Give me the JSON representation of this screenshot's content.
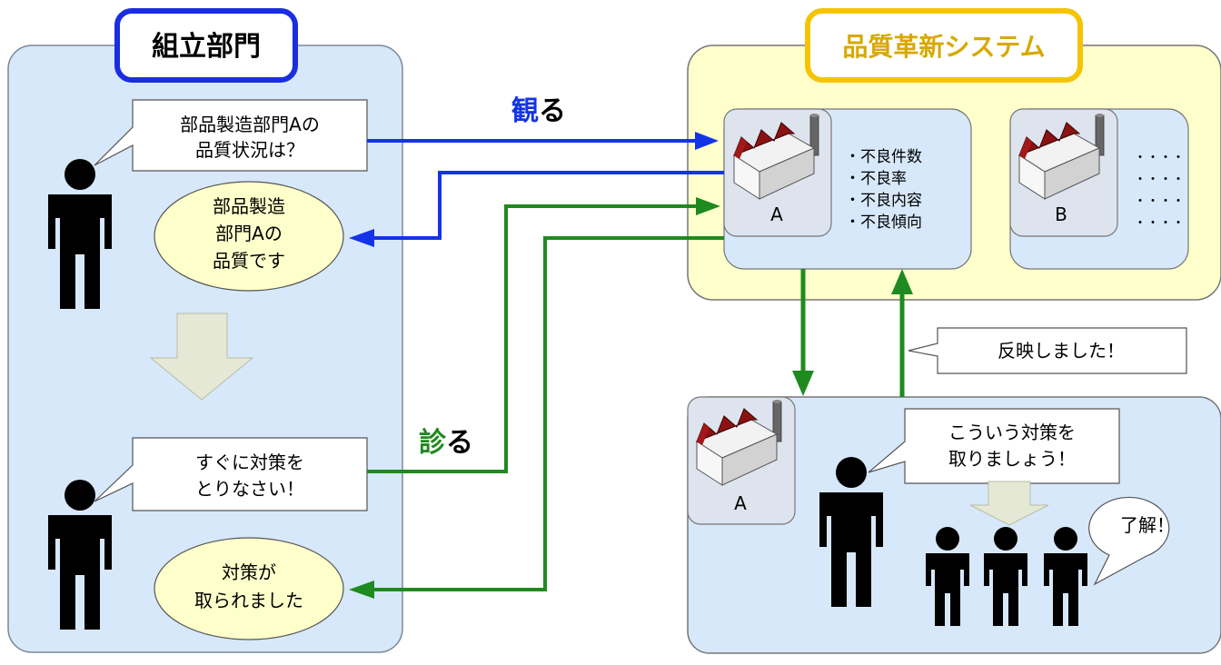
{
  "colors": {
    "panel_blue": "#d7e8fa",
    "panel_yellow": "#ffffcc",
    "title_blue_border": "#1a2ee0",
    "title_yellow_border": "#f5c400",
    "title_yellow_text": "#d8a800",
    "arrow_blue": "#1433e8",
    "arrow_green": "#1f8a1f",
    "ellipse_fill": "#ffffcc",
    "factory_roof": "#8b1212"
  },
  "left_panel": {
    "title": "組立部門",
    "bubble_top": [
      "部品製造部門Aの",
      "品質状況は？"
    ],
    "ellipse_top": [
      "部品製造",
      "部門Aの",
      "品質です"
    ],
    "bubble_bottom": [
      "すぐに対策を",
      "とりなさい！"
    ],
    "ellipse_bottom": [
      "対策が",
      "取られました"
    ]
  },
  "labels": {
    "miru_char": "観",
    "miru_suffix": "る",
    "miru2_char": "診",
    "miru2_suffix": "る"
  },
  "system_panel": {
    "title": "品質革新システム",
    "factory_a_label": "A",
    "factory_b_label": "B",
    "metrics": [
      "・不良件数",
      "・不良率",
      "・不良内容",
      "・不良傾向"
    ],
    "b_dots": [
      "・・・・",
      "・・・・",
      "・・・・",
      "・・・・"
    ]
  },
  "factory_panel": {
    "factory_label": "A",
    "reflect_bubble": "反映しました！",
    "leader_bubble": [
      "こういう対策を",
      "取りましょう！"
    ],
    "ack_bubble": "了解！"
  },
  "icons": [
    "person-icon",
    "factory-icon",
    "down-arrow-icon"
  ]
}
